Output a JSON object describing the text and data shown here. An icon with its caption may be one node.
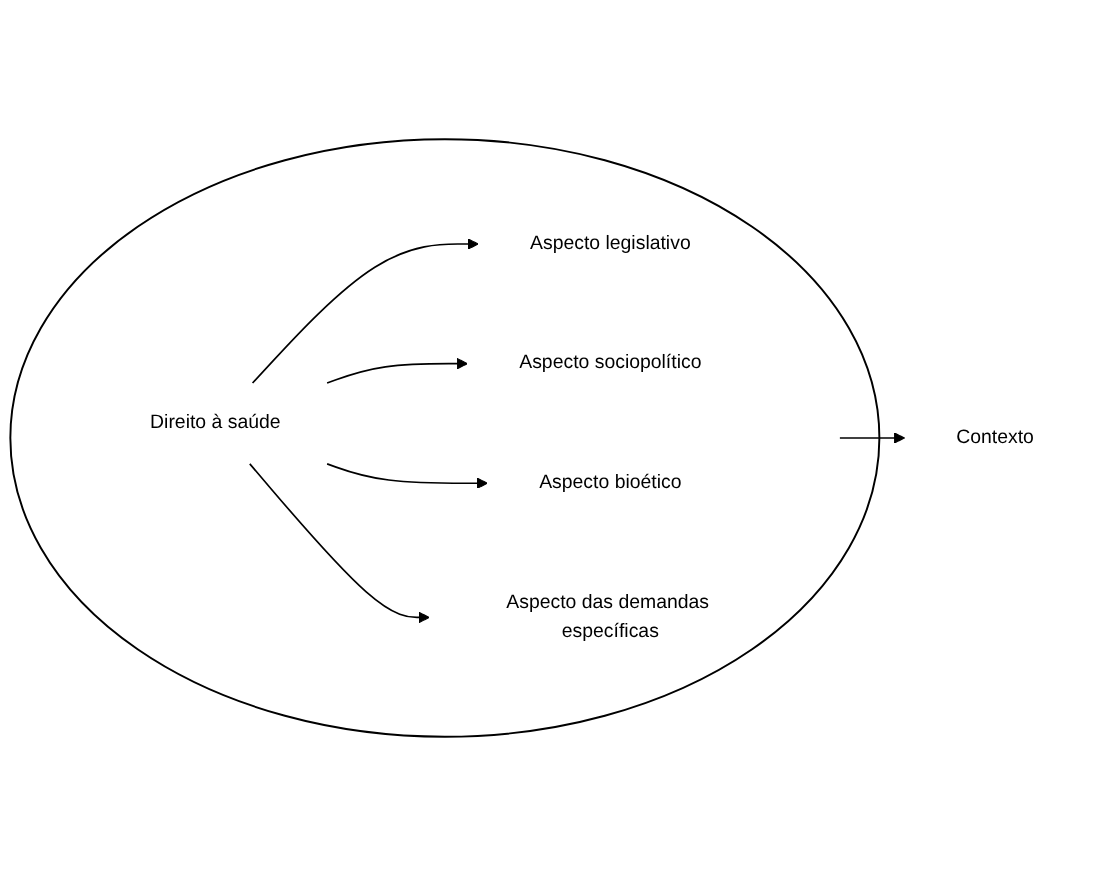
{
  "diagram": {
    "nodes": [
      {
        "text": [],
        "shape": "circle"
      },
      {
        "text": [
          "Direito à saúde"
        ],
        "in": 0
      },
      {
        "text": [
          "Aspecto legislativo"
        ],
        "in": 0
      },
      {
        "text": [
          "Aspecto sociopolítico"
        ],
        "in": 0
      },
      {
        "text": [
          "Aspecto bioético"
        ],
        "in": 0
      },
      {
        "text": [
          "Aspecto das demandas específicas"
        ],
        "in": 0
      },
      {
        "text": [
          "Contexto"
        ]
      }
    ],
    "edges": [
      {
        "from": 1,
        "to": 2,
        "arrow": "to"
      },
      {
        "from": 1,
        "to": 3,
        "arrow": "to"
      },
      {
        "from": 1,
        "to": 4,
        "arrow": "to"
      },
      {
        "from": 1,
        "to": 5,
        "arrow": "to"
      },
      {
        "from": 0,
        "to": 6,
        "arrow": "to"
      }
    ]
  }
}
